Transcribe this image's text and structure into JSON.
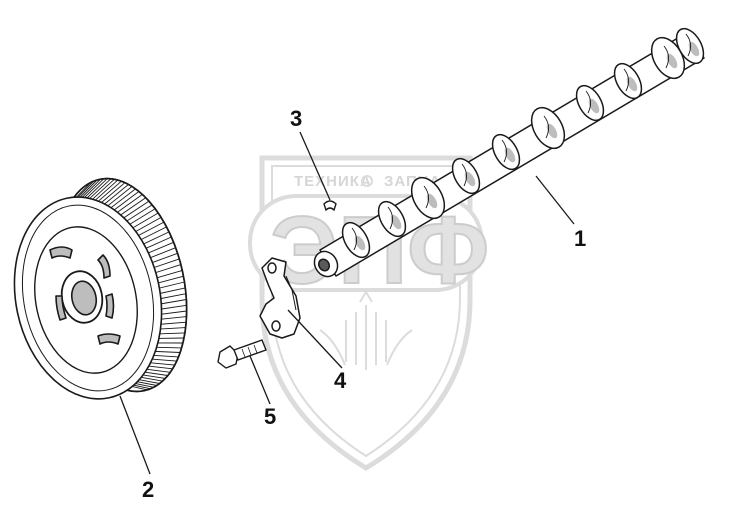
{
  "watermark": {
    "line1_left": "ТЕХНИКА",
    "line1_right": "ЗАПЧАСТИ",
    "logo_letters": "ЭПФ",
    "color": "#d9d9d9"
  },
  "callouts": [
    {
      "id": "1",
      "label": "1"
    },
    {
      "id": "2",
      "label": "2"
    },
    {
      "id": "3",
      "label": "3"
    },
    {
      "id": "4",
      "label": "4"
    },
    {
      "id": "5",
      "label": "5"
    }
  ],
  "colors": {
    "line": "#1a1a1a",
    "fill": "#ffffff",
    "shade": "#bdbdbd",
    "dark": "#5a5a5a"
  }
}
